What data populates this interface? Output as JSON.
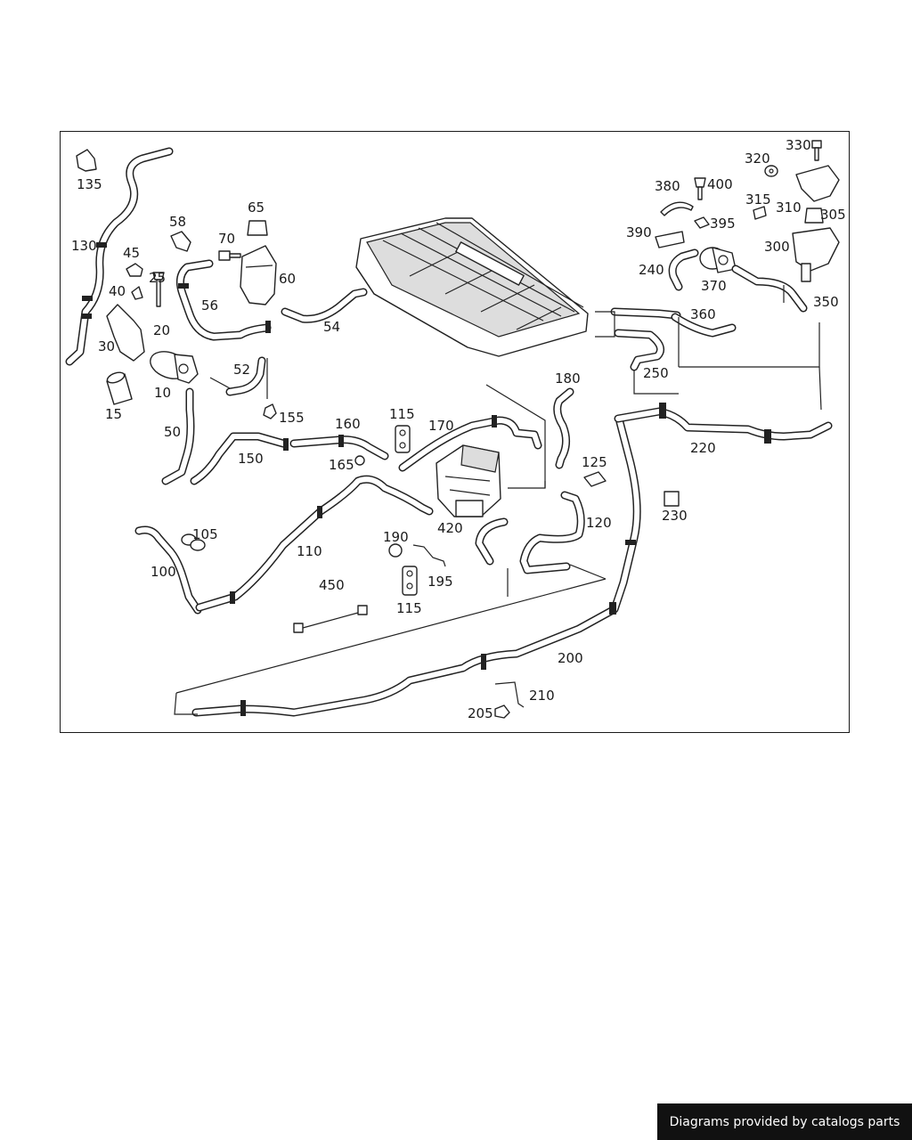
{
  "diagram": {
    "labels": {
      "l135": "135",
      "l130": "130",
      "l45": "45",
      "l40": "40",
      "l25": "25",
      "l20": "20",
      "l30": "30",
      "l10": "10",
      "l15": "15",
      "l58": "58",
      "l70": "70",
      "l65": "65",
      "l60": "60",
      "l56": "56",
      "l52": "52",
      "l54": "54",
      "l50": "50",
      "l155": "155",
      "l150": "150",
      "l160": "160",
      "l165": "165",
      "l115a": "115",
      "l170": "170",
      "l180": "180",
      "l125": "125",
      "l420": "420",
      "l120": "120",
      "l100": "100",
      "l105": "105",
      "l110": "110",
      "l190": "190",
      "l195": "195",
      "l115b": "115",
      "l450": "450",
      "l200": "200",
      "l205": "205",
      "l210": "210",
      "l220": "220",
      "l230": "230",
      "l250": "250",
      "l240": "240",
      "l360": "360",
      "l370": "370",
      "l380": "380",
      "l390": "390",
      "l400": "400",
      "l395": "395",
      "l320": "320",
      "l330": "330",
      "l315": "315",
      "l310": "310",
      "l305": "305",
      "l300": "300",
      "l350": "350"
    }
  },
  "footer": {
    "text": "Diagrams provided by catalogs parts"
  }
}
